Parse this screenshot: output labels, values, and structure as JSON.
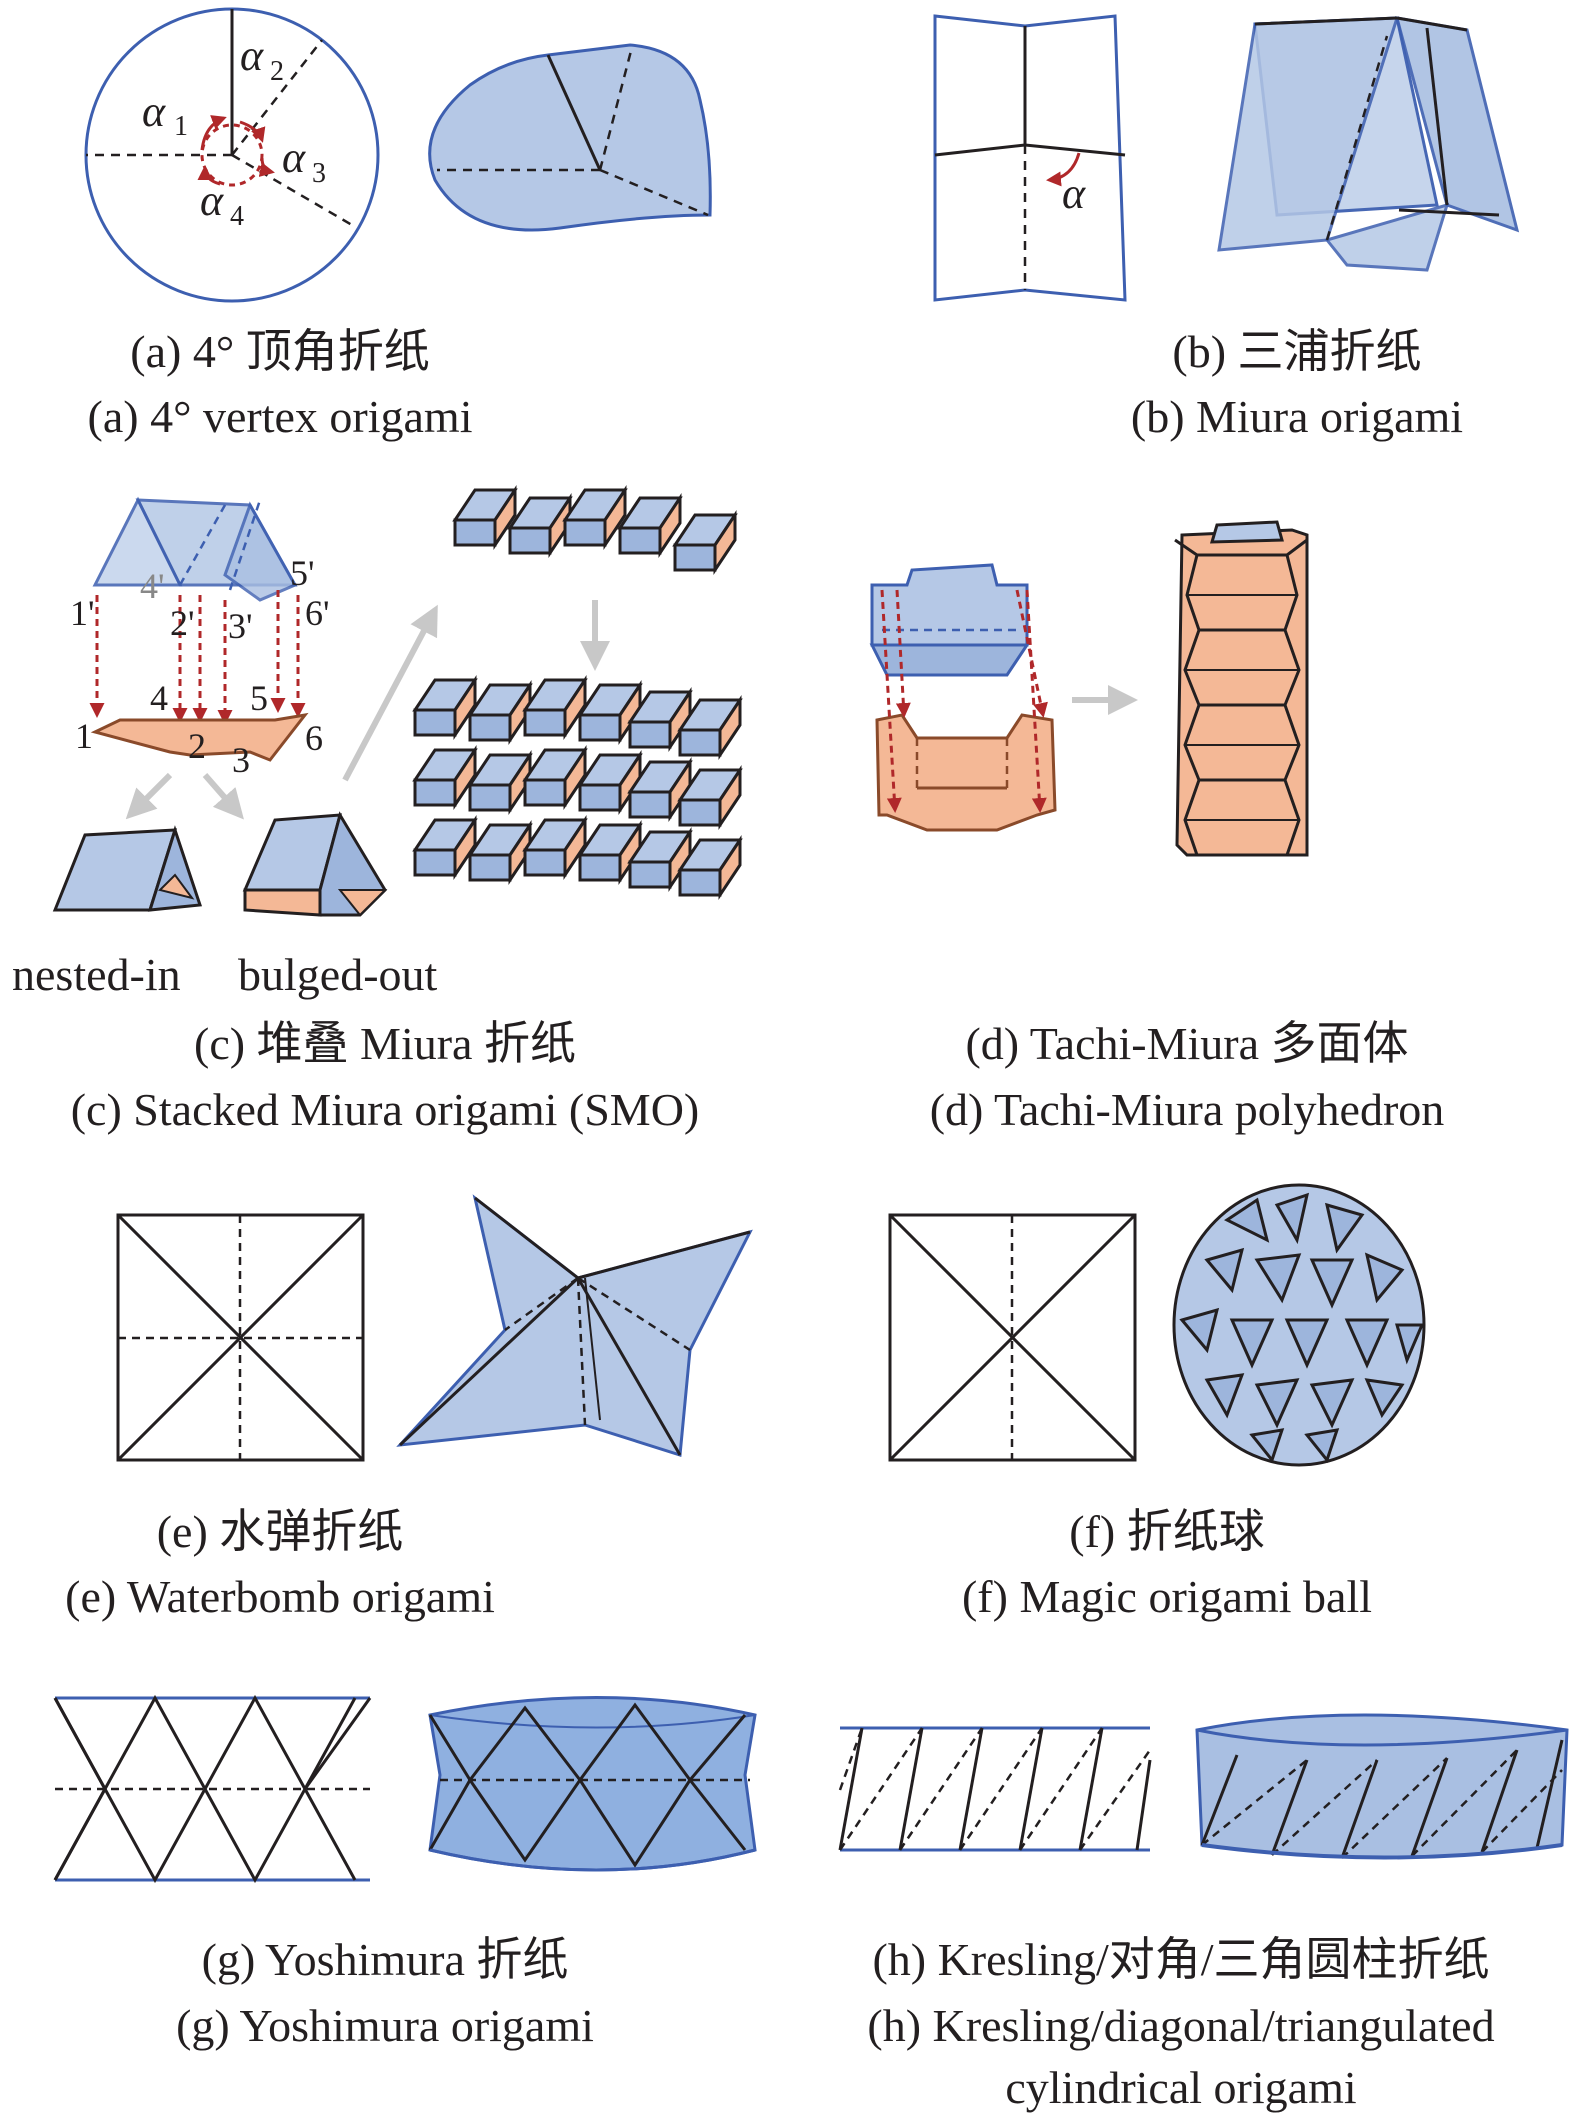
{
  "panels": {
    "a": {
      "cn": "(a) 4° 顶角折纸",
      "en": "(a) 4° vertex origami",
      "alpha1": "α",
      "alpha2": "α",
      "alpha3": "α",
      "alpha4": "α",
      "s1": "1",
      "s2": "2",
      "s3": "3",
      "s4": "4"
    },
    "b": {
      "cn": "(b) 三浦折纸",
      "en": "(b) Miura origami",
      "alpha": "α"
    },
    "c": {
      "cn": "(c) 堆叠  Miura 折纸",
      "en": "(c) Stacked Miura origami (SMO)",
      "nested": "nested-in",
      "bulged": "bulged-out",
      "labels_top": [
        "1'",
        "4'",
        "2'",
        "3'",
        "5'",
        "6'"
      ],
      "labels_bottom": [
        "1",
        "4",
        "2",
        "3",
        "5",
        "6"
      ]
    },
    "d": {
      "cn": "(d) Tachi-Miura 多面体",
      "en": "(d) Tachi-Miura polyhedron"
    },
    "e": {
      "cn": "(e) 水弹折纸",
      "en": "(e) Waterbomb origami"
    },
    "f": {
      "cn": "(f) 折纸球",
      "en": "(f) Magic origami ball"
    },
    "g": {
      "cn": "(g) Yoshimura 折纸",
      "en": "(g) Yoshimura origami"
    },
    "h": {
      "cn": "(h) Kresling/对角/三角圆柱折纸",
      "en": "(h) Kresling/diagonal/triangulated",
      "en2": "cylindrical origami"
    }
  },
  "colors": {
    "paper_blue": "#b5c8e6",
    "paper_blue_dark": "#9db5dc",
    "edge_blue": "#3d5fb0",
    "paper_orange": "#f4b896",
    "arrow_red": "#b0282a",
    "arrow_gray": "#c8c8c8",
    "ink": "#231f20"
  }
}
